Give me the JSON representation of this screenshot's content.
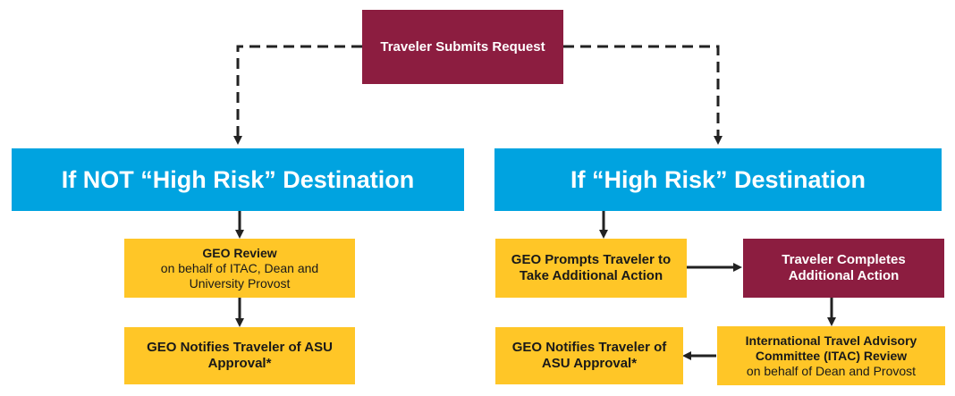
{
  "nodes": {
    "submit": {
      "text": "Traveler Submits Request"
    },
    "not_high_risk": {
      "text": "If NOT “High Risk” Destination"
    },
    "high_risk": {
      "text": "If “High Risk” Destination"
    },
    "geo_review": {
      "title": "GEO Review",
      "subtitle": "on behalf of ITAC, Dean and University Provost"
    },
    "geo_notifies_left": {
      "text": "GEO Notifies Traveler of ASU Approval*"
    },
    "geo_prompts": {
      "text": "GEO Prompts Traveler to Take Additional Action"
    },
    "traveler_completes": {
      "text": "Traveler Completes Additional Action"
    },
    "itac_review": {
      "title": "International Travel Advisory Committee (ITAC) Review",
      "subtitle": "on behalf of Dean and Provost"
    },
    "geo_notifies_right": {
      "text": "GEO Notifies Traveler of ASU Approval*"
    }
  },
  "colors": {
    "maroon": "#8c1d40",
    "blue": "#00a3e0",
    "gold": "#ffc627",
    "arrow": "#222222"
  }
}
